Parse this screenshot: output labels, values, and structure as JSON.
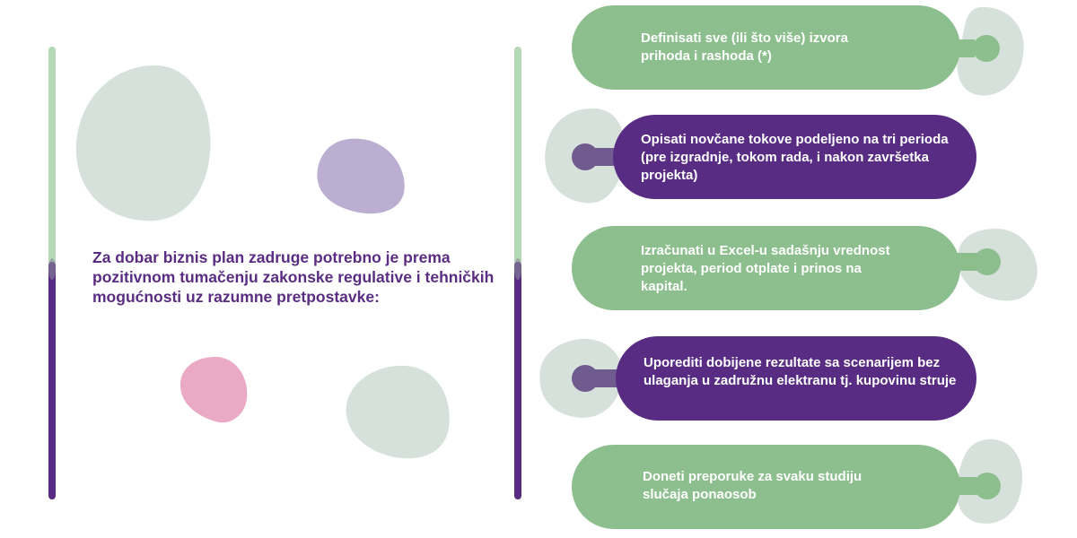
{
  "intro": {
    "text": "Za dobar biznis plan zadruge potrebno je prema pozitivnom tumačenju zakonske regulative i tehničkih mogućnosti uz razumne pretpostavke:"
  },
  "steps": [
    {
      "text": "Definisati sve (ili što više) izvora prihoda i rashoda (*)",
      "color": "#8dbf8e"
    },
    {
      "text": "Opisati novčane tokove podeljeno na tri perioda (pre izgradnje, tokom rada, i nakon završetka projekta)",
      "color": "#582c83"
    },
    {
      "text": "Izračunati u Excel-u sadašnju vrednost projekta, period otplate i prinos na kapital.",
      "color": "#8dbf8e"
    },
    {
      "text": "Uporediti dobijene rezultate sa scenarijem bez ulaganja u zadružnu elektranu tj. kupovinu struje",
      "color": "#582c83"
    },
    {
      "text": "Doneti preporuke za svaku studiju slučaja ponaosob",
      "color": "#8dbf8e"
    }
  ],
  "colors": {
    "green": "#8dbf8e",
    "purple": "#582c83",
    "light_green": "#b5d8b6",
    "blob_gray": "#d7e1dc",
    "blob_lavender": "#bbaed1",
    "blob_pink": "#eaa9c5",
    "connector_purple": "#705b8e"
  }
}
